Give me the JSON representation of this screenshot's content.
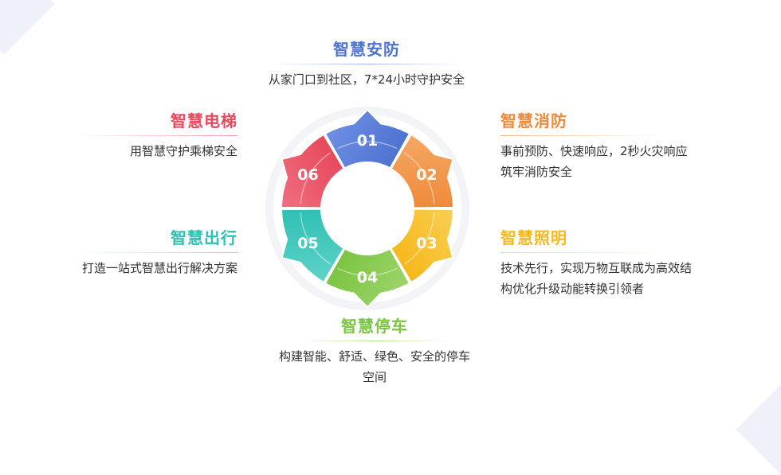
{
  "center": {
    "segments": [
      {
        "num": "01",
        "color": "#4f73d1",
        "color2": "#6f8fe3"
      },
      {
        "num": "02",
        "color": "#ef8a3a",
        "color2": "#f5a865"
      },
      {
        "num": "03",
        "color": "#f6b81c",
        "color2": "#f9cf52"
      },
      {
        "num": "04",
        "color": "#7cc442",
        "color2": "#9bd56a"
      },
      {
        "num": "05",
        "color": "#2fc0b3",
        "color2": "#5fd3c8"
      },
      {
        "num": "06",
        "color": "#e8495c",
        "color2": "#ef7080"
      }
    ]
  },
  "items": [
    {
      "key": "security",
      "title": "智慧安防",
      "color": "#4f73d1",
      "desc": [
        "从家门口到社区，7*24小时守护安全"
      ]
    },
    {
      "key": "fire",
      "title": "智慧消防",
      "color": "#ef8a3a",
      "desc": [
        "事前预防、快速响应，2秒火灾响应",
        "筑牢消防安全"
      ]
    },
    {
      "key": "lighting",
      "title": "智慧照明",
      "color": "#f6b81c",
      "desc": [
        "技术先行，实现万物互联成为高效结",
        "构优化升级动能转换引领者"
      ]
    },
    {
      "key": "parking",
      "title": "智慧停车",
      "color": "#7cc442",
      "desc": [
        "构建智能、舒适、绿色、安全的停车",
        "空间"
      ]
    },
    {
      "key": "travel",
      "title": "智慧出行",
      "color": "#2fc0b3",
      "desc": [
        "打造一站式智慧出行解决方案"
      ]
    },
    {
      "key": "elevator",
      "title": "智慧电梯",
      "color": "#e8495c",
      "desc": [
        "用智慧守护乘梯安全"
      ]
    }
  ]
}
